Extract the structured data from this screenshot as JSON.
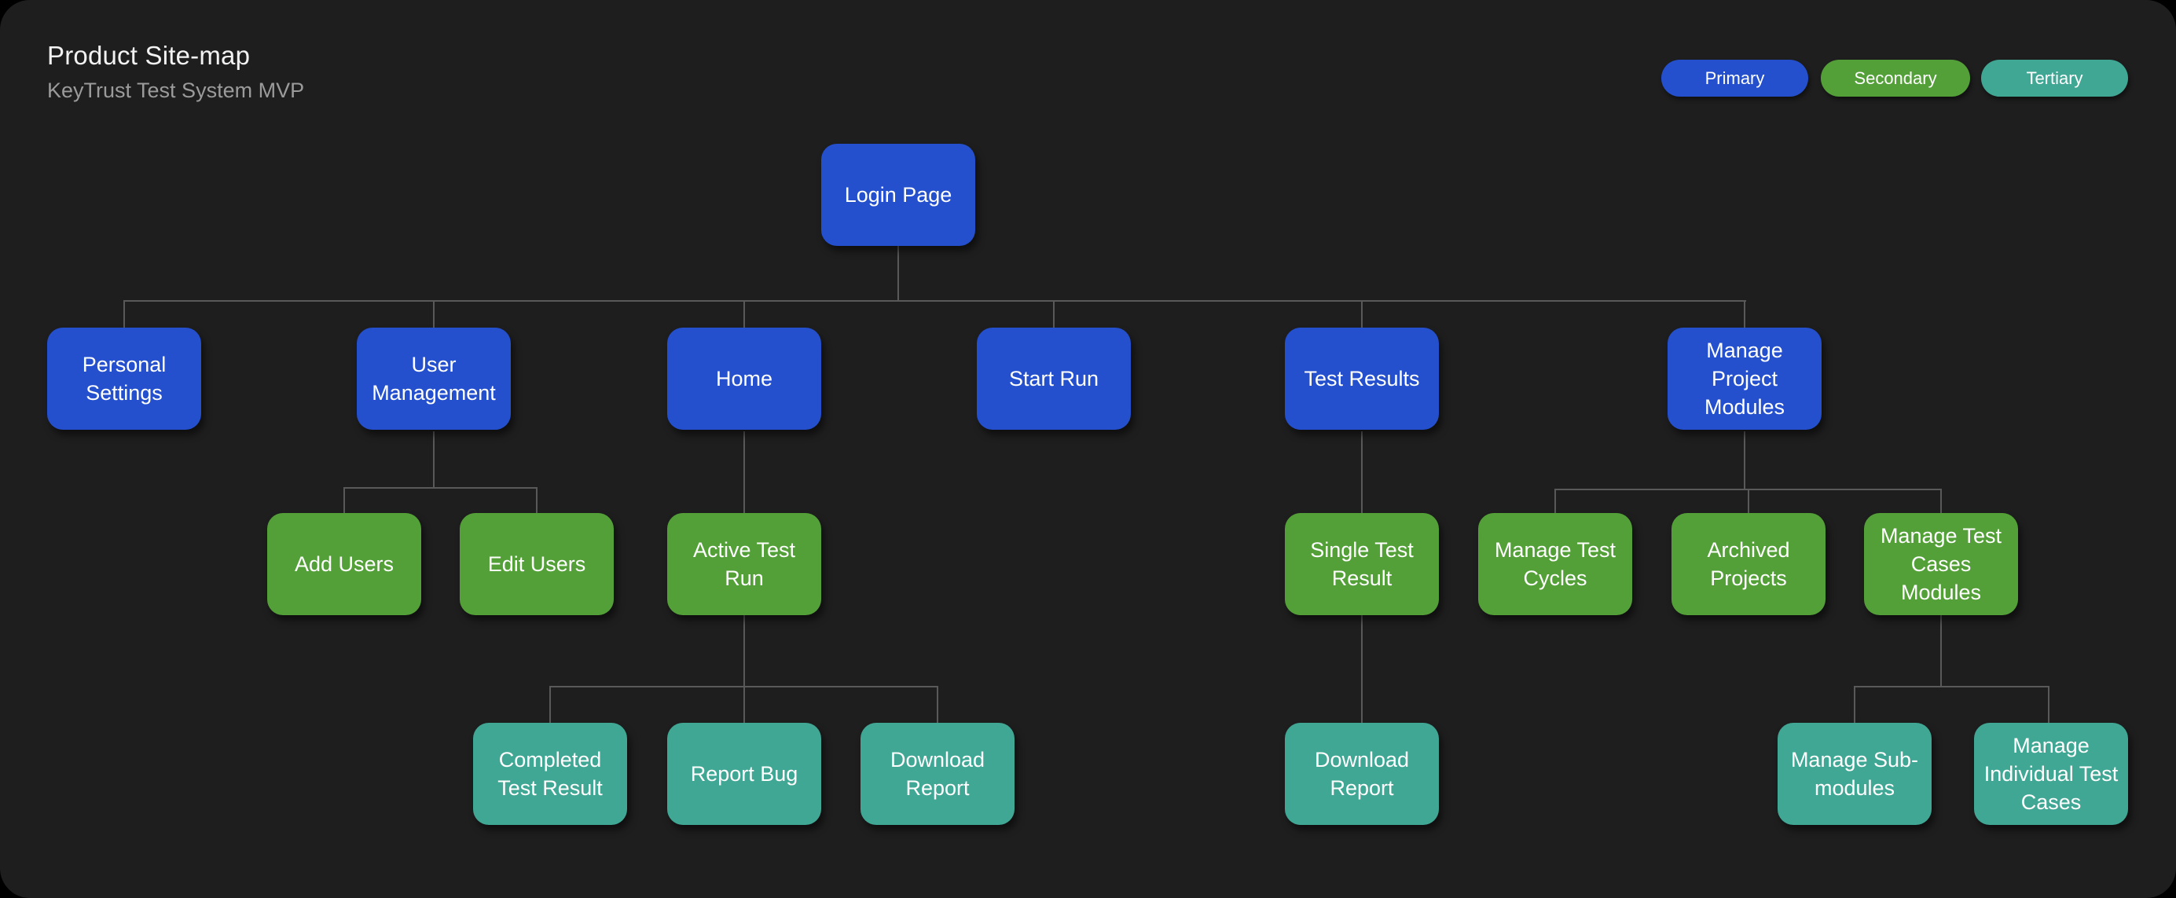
{
  "header": {
    "title": "Product Site-map",
    "subtitle": "KeyTrust Test System MVP"
  },
  "legend": {
    "primary_label": "Primary",
    "secondary_label": "Secondary",
    "tertiary_label": "Tertiary"
  },
  "colors": {
    "primary": "#2450ce",
    "secondary": "#54a038",
    "tertiary": "#41a795",
    "panel_background": "#1e1e1e",
    "connector": "#595959"
  },
  "nodes": {
    "login": {
      "label": "Login Page",
      "tier": "primary"
    },
    "personal_settings": {
      "label": "Personal Settings",
      "tier": "primary"
    },
    "user_management": {
      "label": "User Management",
      "tier": "primary"
    },
    "home": {
      "label": "Home",
      "tier": "primary"
    },
    "start_run": {
      "label": "Start Run",
      "tier": "primary"
    },
    "test_results": {
      "label": "Test Results",
      "tier": "primary"
    },
    "manage_project_modules": {
      "label": "Manage Project Modules",
      "tier": "primary"
    },
    "add_users": {
      "label": "Add Users",
      "tier": "secondary"
    },
    "edit_users": {
      "label": "Edit Users",
      "tier": "secondary"
    },
    "active_test_run": {
      "label": "Active Test Run",
      "tier": "secondary"
    },
    "single_test_result": {
      "label": "Single Test Result",
      "tier": "secondary"
    },
    "manage_test_cycles": {
      "label": "Manage Test Cycles",
      "tier": "secondary"
    },
    "archived_projects": {
      "label": "Archived Projects",
      "tier": "secondary"
    },
    "manage_test_cases_modules": {
      "label": "Manage Test Cases Modules",
      "tier": "secondary"
    },
    "completed_test_result": {
      "label": "Completed Test Result",
      "tier": "tertiary"
    },
    "report_bug": {
      "label": "Report Bug",
      "tier": "tertiary"
    },
    "download_report_active_run": {
      "label": "Download Report",
      "tier": "tertiary"
    },
    "download_report_single_result": {
      "label": "Download Report",
      "tier": "tertiary"
    },
    "manage_sub_modules": {
      "label": "Manage Sub-modules",
      "tier": "tertiary"
    },
    "manage_individual_test_cases": {
      "label": "Manage Individual Test Cases",
      "tier": "tertiary"
    }
  }
}
